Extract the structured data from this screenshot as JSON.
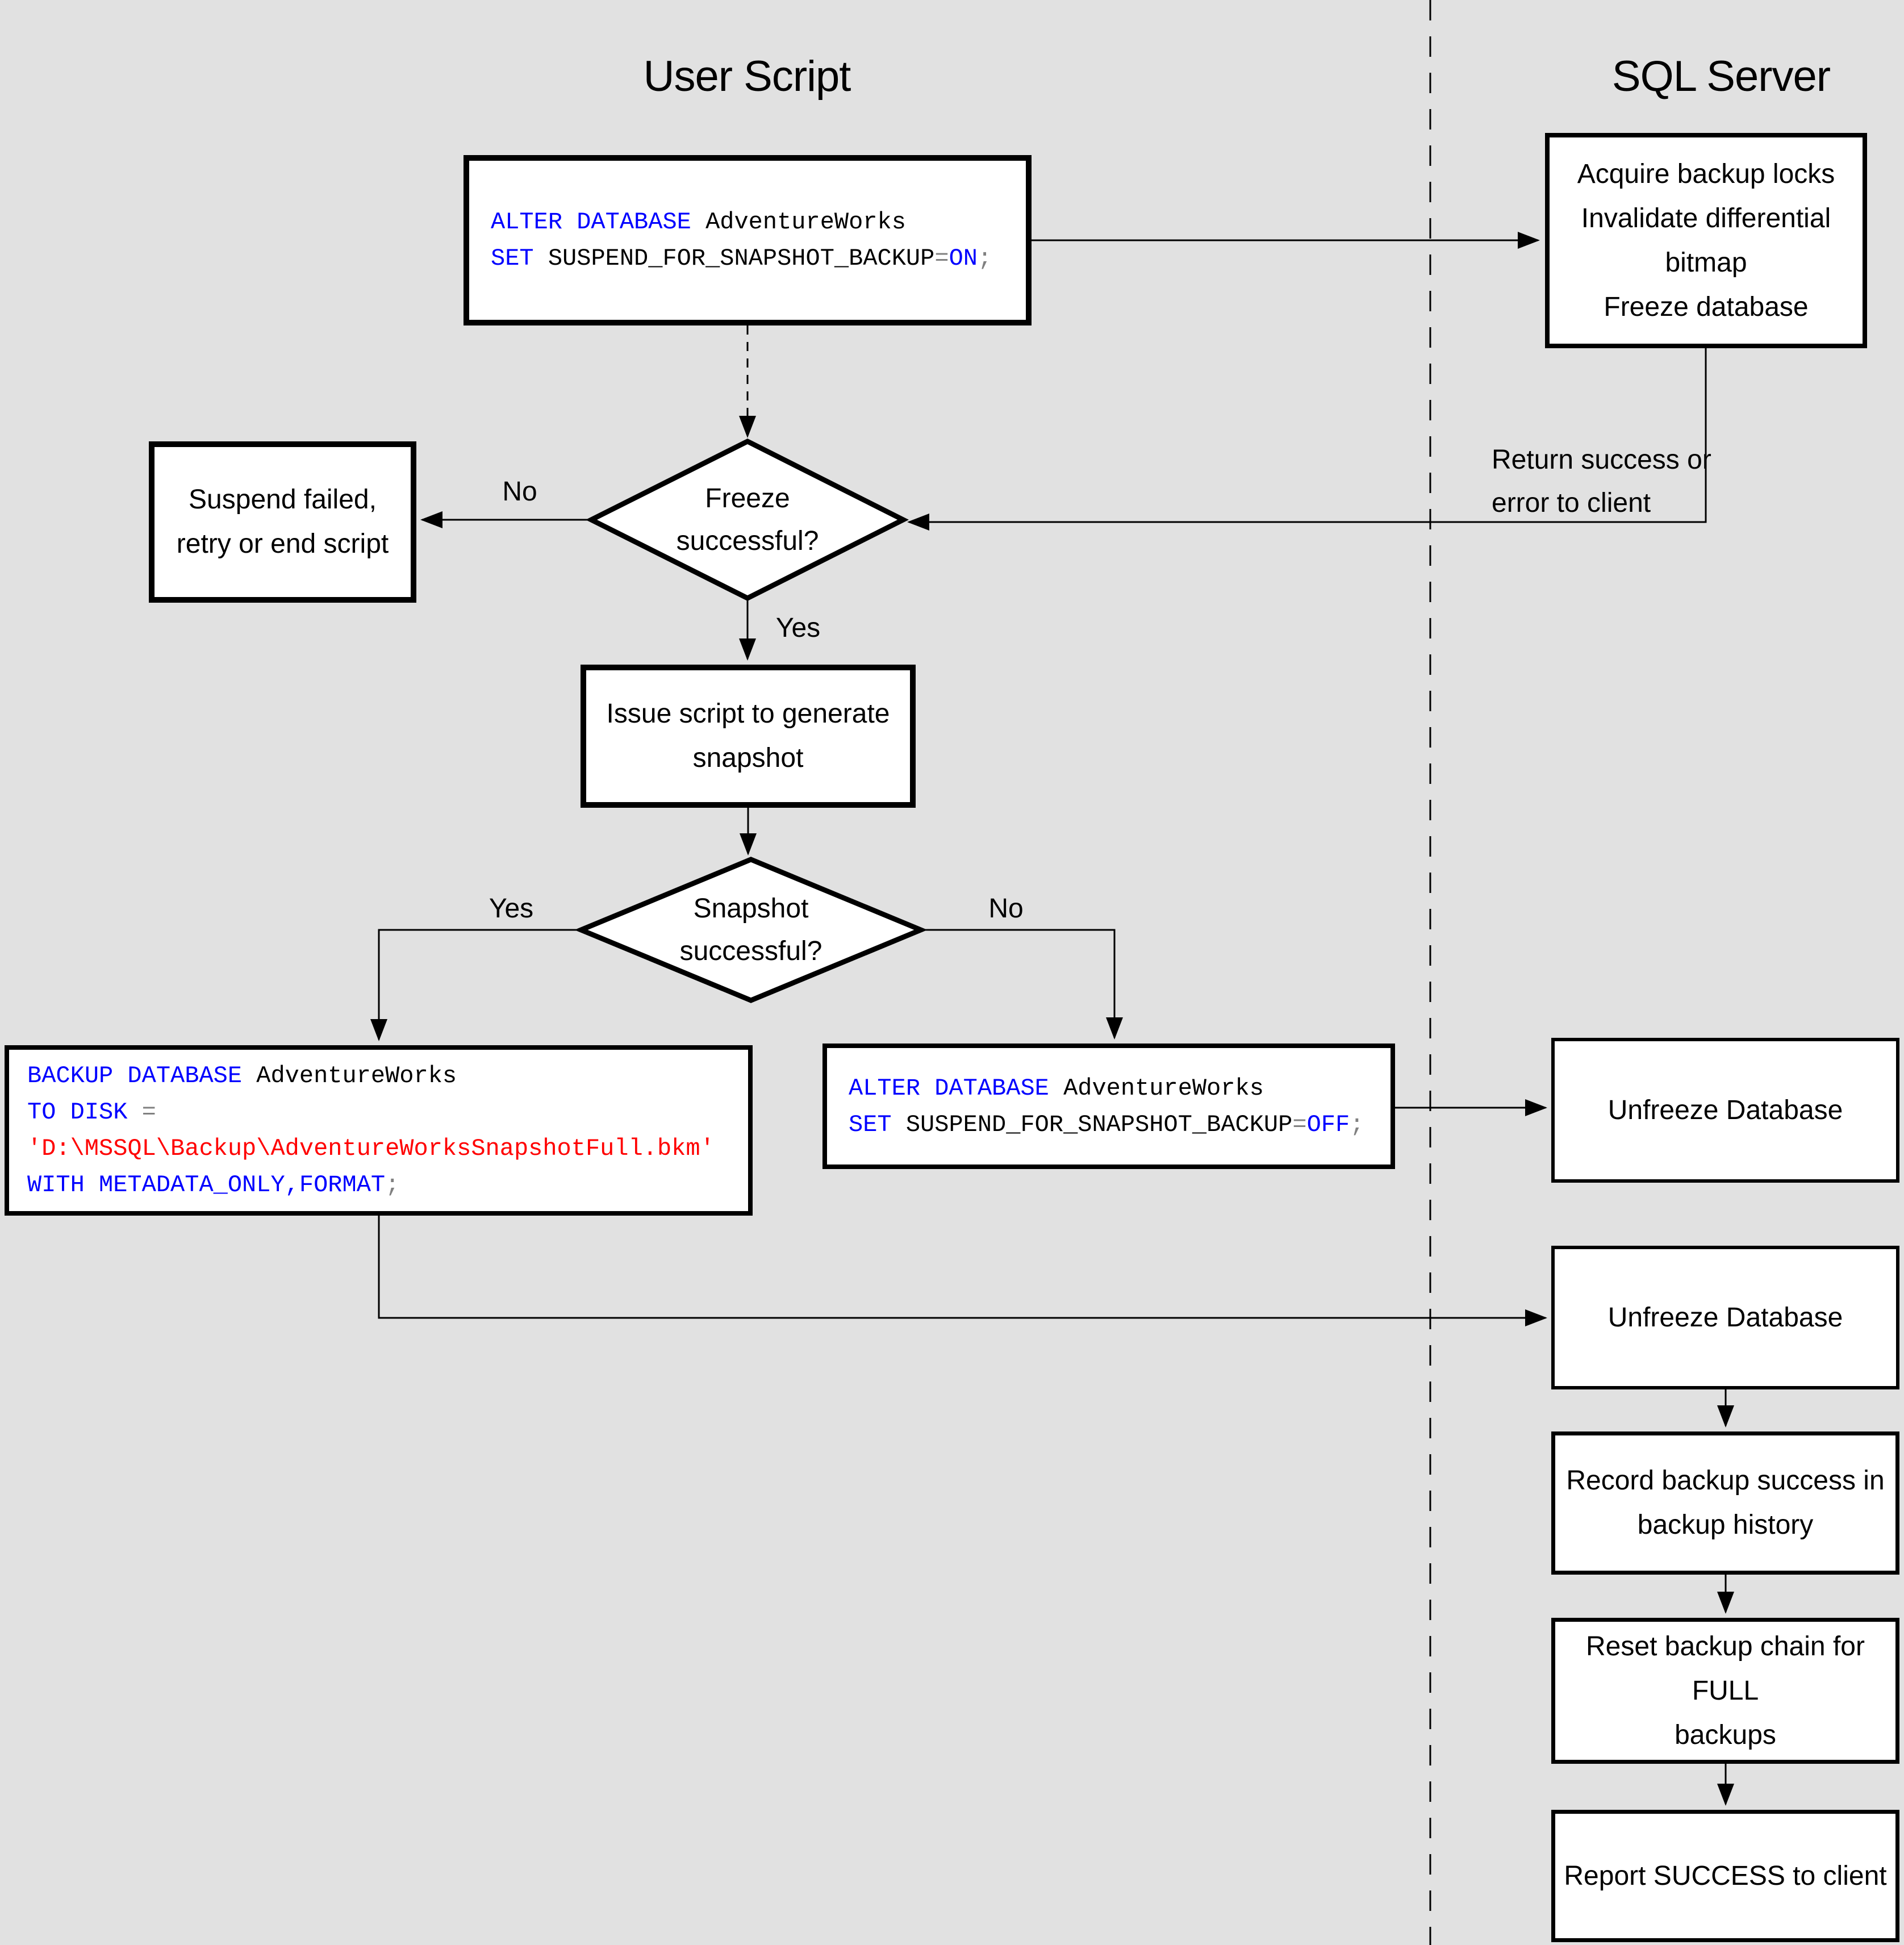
{
  "titles": {
    "user_script": "User Script",
    "sql_server": "SQL Server"
  },
  "colors": {
    "background": "#e1e1e1",
    "node_fill": "#ffffff",
    "line": "#000000",
    "sql_keyword": "#0000ff",
    "sql_string": "#ff0000",
    "sql_operator": "#808080",
    "sql_identifier": "#000000"
  },
  "code": {
    "alter_on": {
      "l1_kw": "ALTER DATABASE",
      "l1_id": " AdventureWorks",
      "l2_kw": "SET",
      "l2_id": " SUSPEND_FOR_SNAPSHOT_BACKUP",
      "l2_op": "=",
      "l2_kw2": "ON",
      "l2_end": ";"
    },
    "backup": {
      "l1_kw": "BACKUP DATABASE",
      "l1_id": " AdventureWorks",
      "l2_kw": "TO DISK",
      "l2_op": " =",
      "l3_str": "'D:\\MSSQL\\Backup\\AdventureWorksSnapshotFull.bkm'",
      "l4_kw": "WITH METADATA_ONLY,FORMAT",
      "l4_op": ";"
    },
    "alter_off": {
      "l1_kw": "ALTER DATABASE",
      "l1_id": " AdventureWorks",
      "l2_kw": "SET",
      "l2_id": " SUSPEND_FOR_SNAPSHOT_BACKUP",
      "l2_op": "=",
      "l2_kw2": "OFF",
      "l2_end": ";"
    }
  },
  "nodes": {
    "acquire": {
      "lines": [
        "Acquire backup locks",
        "Invalidate differential",
        "bitmap",
        "Freeze database"
      ]
    },
    "suspend": {
      "lines": [
        "Suspend failed,",
        "retry or end script"
      ]
    },
    "issue": {
      "lines": [
        "Issue script to generate",
        "snapshot"
      ]
    },
    "freeze_decision": {
      "lines": [
        "Freeze",
        "successful?"
      ]
    },
    "snapshot_decision": {
      "lines": [
        "Snapshot",
        "successful?"
      ]
    },
    "unfreeze1": {
      "label": "Unfreeze Database"
    },
    "unfreeze2": {
      "label": "Unfreeze Database"
    },
    "record": {
      "lines": [
        "Record backup success in",
        "backup history"
      ]
    },
    "reset": {
      "lines": [
        "Reset backup chain for FULL",
        "backups"
      ]
    },
    "report": {
      "label": "Report SUCCESS to client"
    }
  },
  "edge_labels": {
    "freeze_no": "No",
    "freeze_yes": "Yes",
    "snapshot_yes": "Yes",
    "snapshot_no": "No",
    "return_line1": "Return success or",
    "return_line2": "error to client"
  }
}
